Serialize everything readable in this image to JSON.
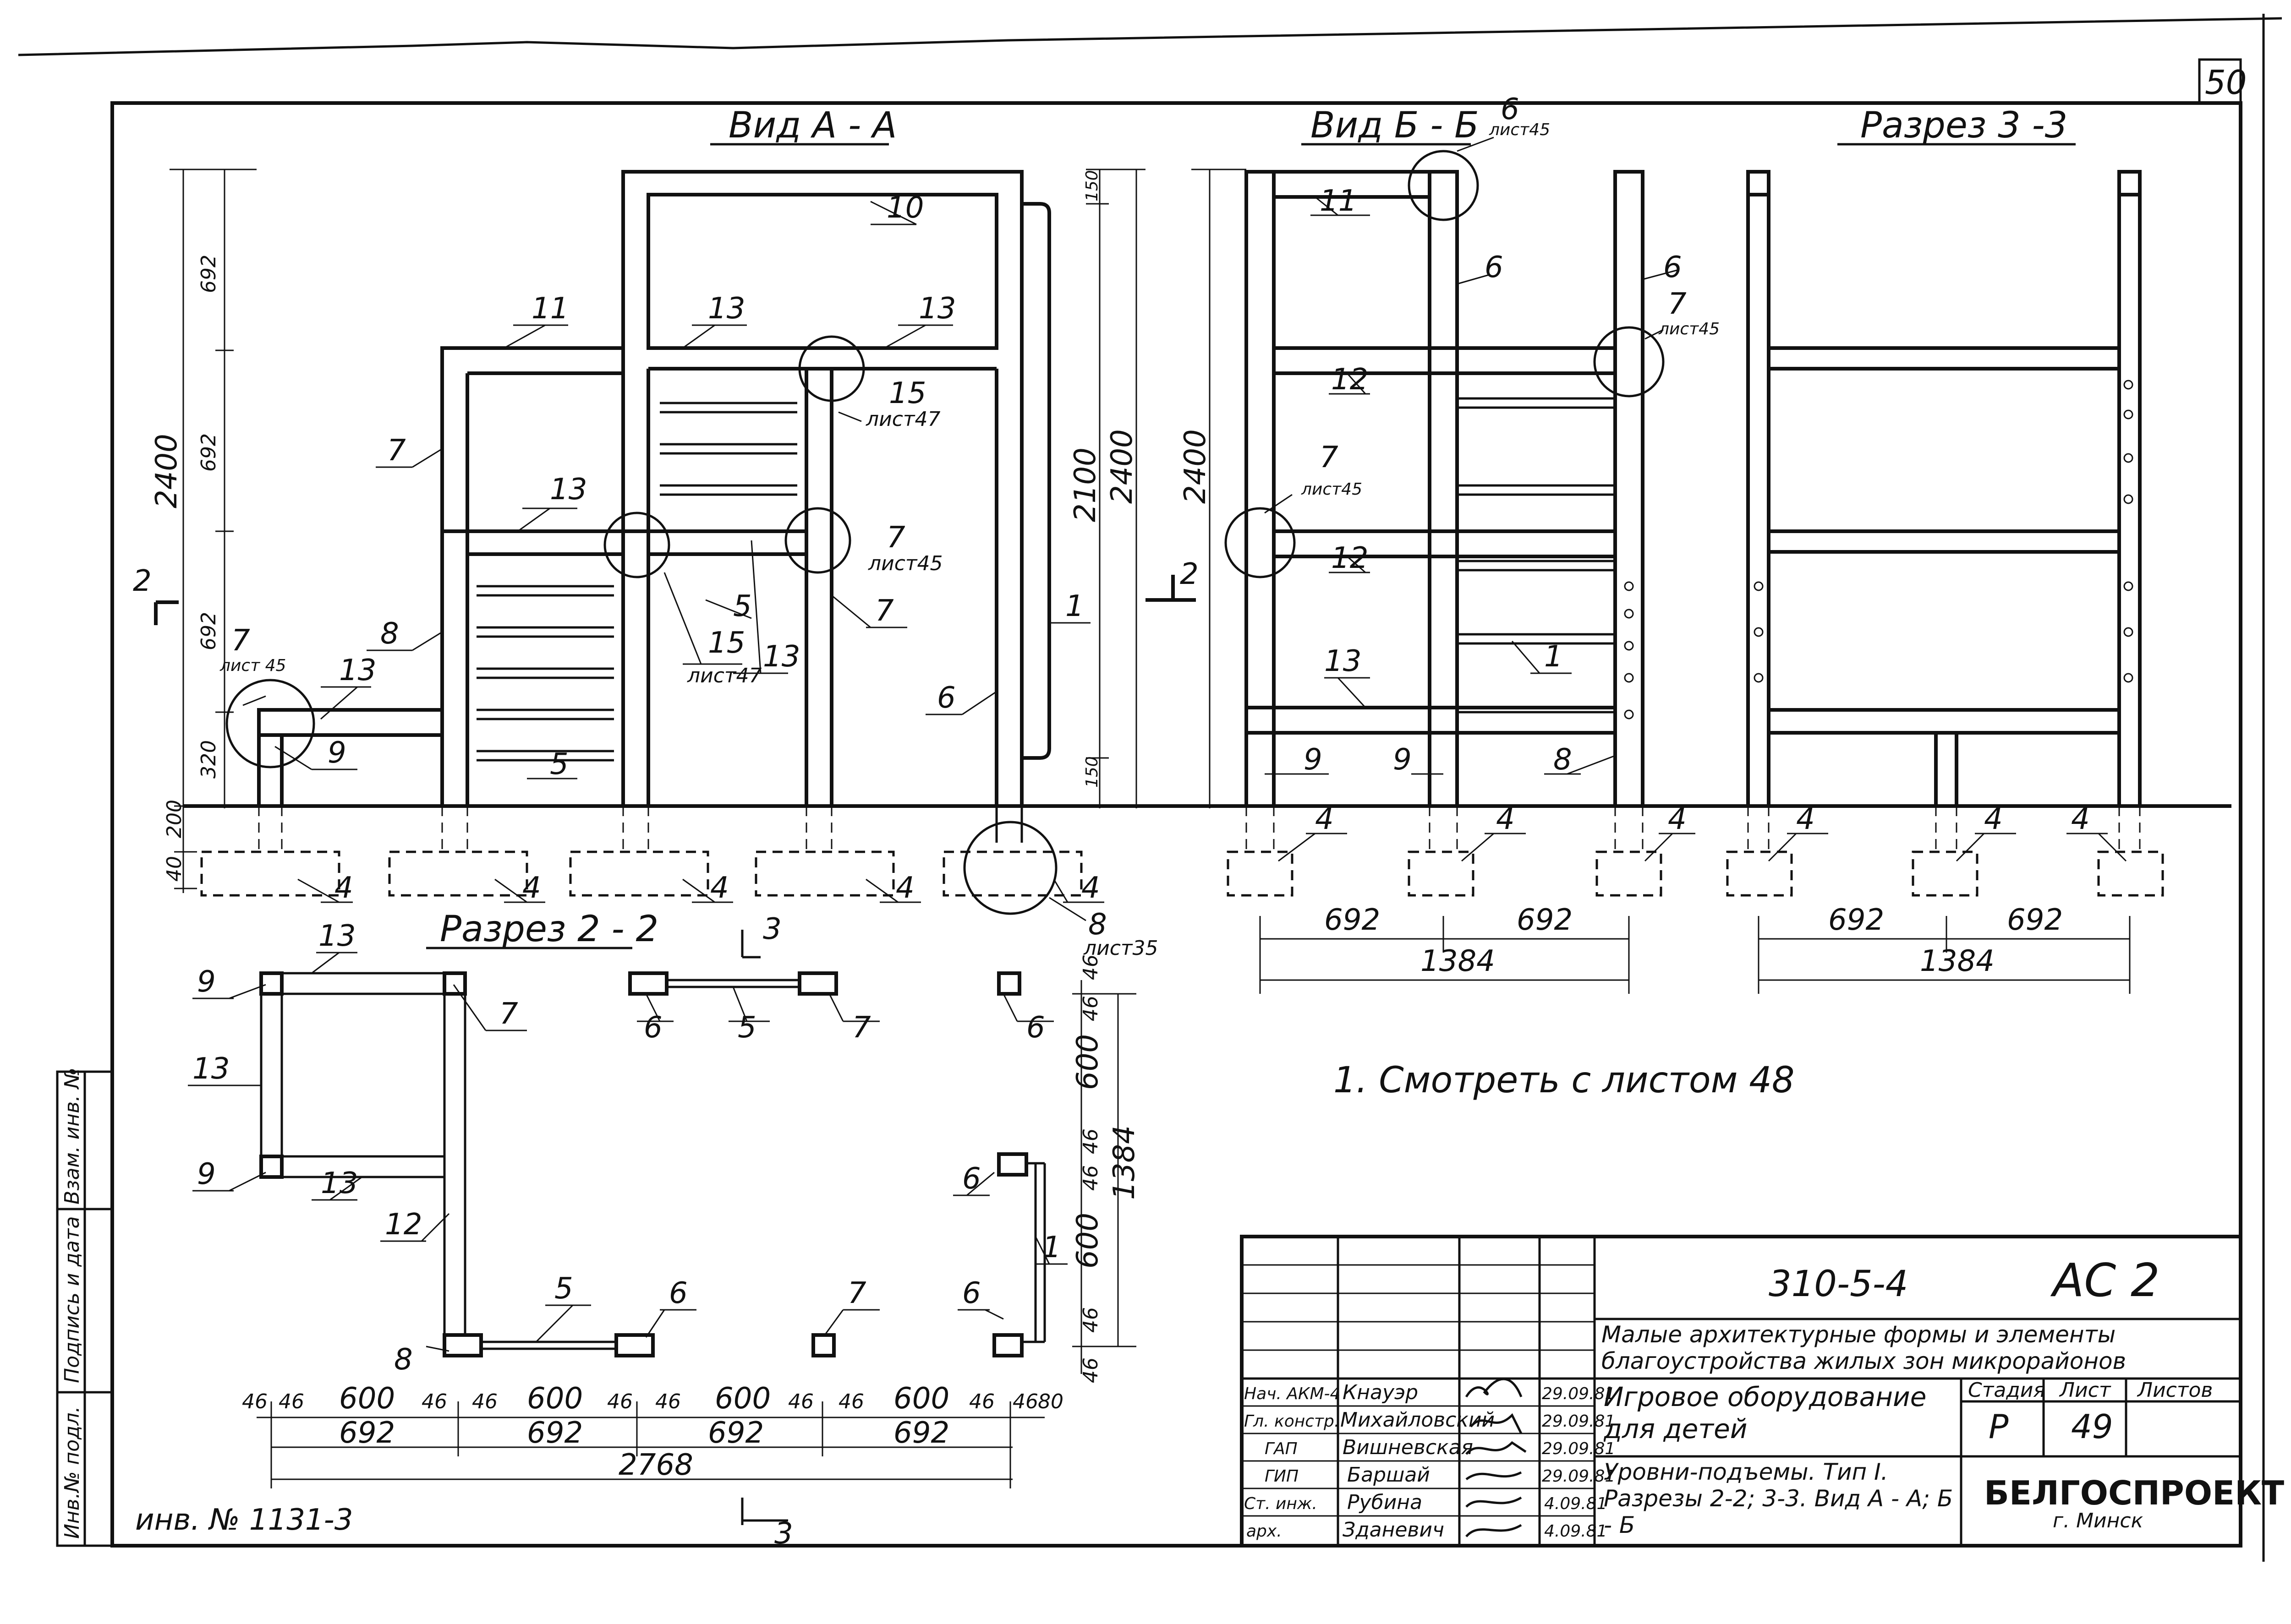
{
  "sheet": {
    "number": "50",
    "inventory": "инв. № 1131-3",
    "side_labels": [
      "Инв.№ подл.",
      "Подпись и дата",
      "Взам. инв. №"
    ]
  },
  "views": {
    "aa_title": "Вид А - А",
    "bb_title": "Вид Б - Б",
    "s33_title": "Разрез 3 -3",
    "s22_title": "Разрез 2 - 2"
  },
  "section_marks": {
    "two": "2",
    "three": "3"
  },
  "note": "1. Смотреть с листом 48",
  "callouts": {
    "aa": [
      {
        "num": "10"
      },
      {
        "num": "11"
      },
      {
        "num": "13"
      },
      {
        "num": "13"
      },
      {
        "num": "13"
      },
      {
        "num": "7"
      },
      {
        "num": "7",
        "ref": "лист45"
      },
      {
        "num": "15",
        "ref": "лист47"
      },
      {
        "num": "15",
        "ref": "лист47"
      },
      {
        "num": "5"
      },
      {
        "num": "13"
      },
      {
        "num": "7"
      },
      {
        "num": "8"
      },
      {
        "num": "13"
      },
      {
        "num": "7",
        "ref": "лист 45"
      },
      {
        "num": "9"
      },
      {
        "num": "5"
      },
      {
        "num": "6"
      },
      {
        "num": "1"
      },
      {
        "num": "8",
        "ref": "лист35"
      },
      {
        "num": "4"
      },
      {
        "num": "4"
      },
      {
        "num": "4"
      },
      {
        "num": "4"
      },
      {
        "num": "4"
      }
    ],
    "bb": [
      {
        "num": "6",
        "ref": "лист45"
      },
      {
        "num": "11"
      },
      {
        "num": "6"
      },
      {
        "num": "6"
      },
      {
        "num": "7",
        "ref": "лист45"
      },
      {
        "num": "12"
      },
      {
        "num": "7",
        "ref": "лист45"
      },
      {
        "num": "12"
      },
      {
        "num": "1"
      },
      {
        "num": "13"
      },
      {
        "num": "9"
      },
      {
        "num": "9"
      },
      {
        "num": "8"
      },
      {
        "num": "4"
      },
      {
        "num": "4"
      },
      {
        "num": "4"
      }
    ],
    "s33": [
      {
        "num": "4"
      },
      {
        "num": "4"
      },
      {
        "num": "4"
      }
    ],
    "s22": [
      {
        "num": "13"
      },
      {
        "num": "9"
      },
      {
        "num": "7"
      },
      {
        "num": "13"
      },
      {
        "num": "9"
      },
      {
        "num": "13"
      },
      {
        "num": "12"
      },
      {
        "num": "8"
      },
      {
        "num": "5"
      },
      {
        "num": "6"
      },
      {
        "num": "7"
      },
      {
        "num": "6"
      },
      {
        "num": "6"
      },
      {
        "num": "5"
      },
      {
        "num": "7"
      },
      {
        "num": "6"
      },
      {
        "num": "6"
      },
      {
        "num": "1"
      }
    ]
  },
  "dimensions": {
    "aa_vertical": [
      "692",
      "692",
      "692",
      "320",
      "200",
      "40",
      "2400",
      "2100",
      "2400",
      "150",
      "150"
    ],
    "bb_vertical": [
      "2400"
    ],
    "bb_horizontal": [
      "692",
      "692",
      "1384"
    ],
    "s33_horizontal": [
      "692",
      "692",
      "1384"
    ],
    "s22_bottom_small": [
      "46",
      "46",
      "600",
      "46",
      "46",
      "600",
      "46",
      "46",
      "600",
      "46",
      "46",
      "600",
      "46",
      "46",
      "80"
    ],
    "s22_bottom_mid": [
      "692",
      "692",
      "692",
      "692"
    ],
    "s22_bottom_total": "2768",
    "s22_right": [
      "46",
      "46",
      "600",
      "46",
      "46",
      "600",
      "46",
      "46",
      "1384"
    ]
  },
  "title_block": {
    "code": "310-5-4",
    "mark": "АС 2",
    "project": "Малые архитектурные формы и элементы благоустройства жилых зон микрорайонов",
    "object": "Игровое оборудование для детей",
    "drawing": "Уровни-подъемы. Тип I. Разрезы 2-2; 3-3. Вид А - А; Б - Б",
    "stage_header": "Стадия",
    "sheet_header": "Лист",
    "sheets_header": "Листов",
    "stage": "Р",
    "sheet_no": "49",
    "org": "БЕЛГОСПРОЕКТ",
    "city": "г. Минск",
    "staff": [
      {
        "role": "Нач. АКМ-4",
        "name": "Кнауэр",
        "date": "29.09.81"
      },
      {
        "role": "Гл. констр.",
        "name": "Михайловский",
        "date": "29.09.81"
      },
      {
        "role": "ГАП",
        "name": "Вишневская",
        "date": "29.09.81"
      },
      {
        "role": "ГИП",
        "name": "Баршай",
        "date": "29.09.81"
      },
      {
        "role": "Ст. инж.",
        "name": "Рубина",
        "date": "4.09.81"
      },
      {
        "role": "арх.",
        "name": "Зданевич",
        "date": "4.09.81"
      }
    ]
  }
}
